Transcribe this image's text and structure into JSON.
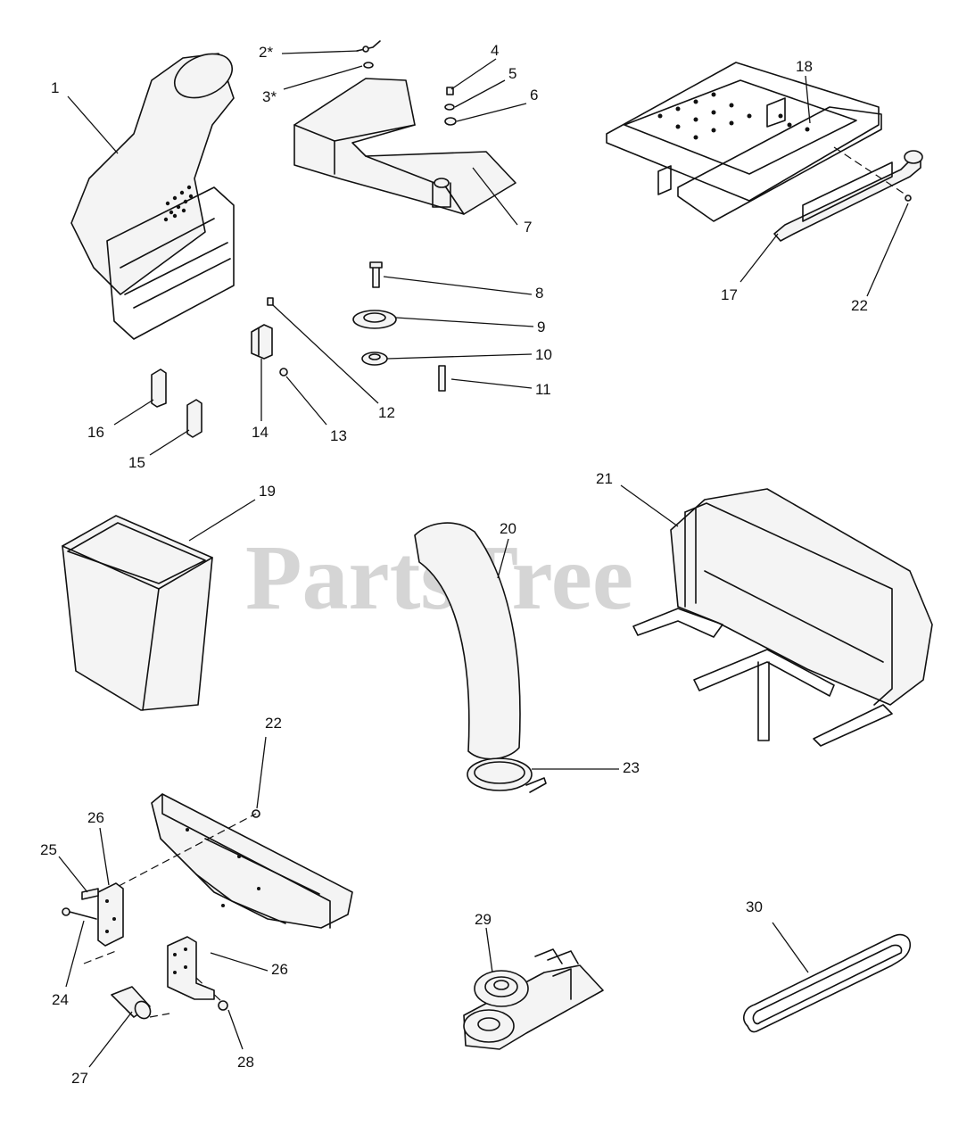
{
  "watermark": "PartsTree",
  "callouts": {
    "c1": "1",
    "c2": "2*",
    "c3": "3*",
    "c4": "4",
    "c5": "5",
    "c6": "6",
    "c7": "7",
    "c8": "8",
    "c9": "9",
    "c10": "10",
    "c11": "11",
    "c12": "12",
    "c13": "13",
    "c14": "14",
    "c15": "15",
    "c16": "16",
    "c17": "17",
    "c18": "18",
    "c19": "19",
    "c20": "20",
    "c21": "21",
    "c22a": "22",
    "c22b": "22",
    "c23": "23",
    "c24": "24",
    "c25": "25",
    "c26a": "26",
    "c26b": "26",
    "c27": "27",
    "c28": "28",
    "c29": "29",
    "c30": "30"
  }
}
